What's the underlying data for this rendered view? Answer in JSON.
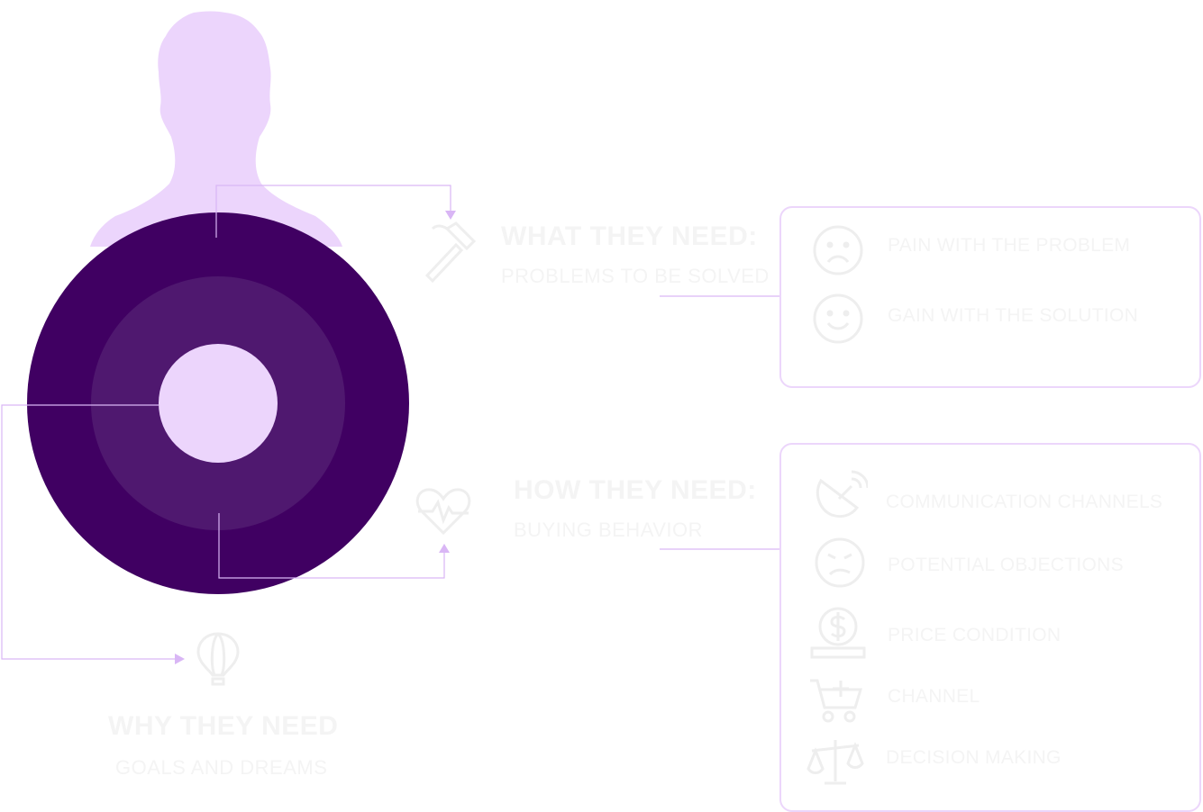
{
  "colors": {
    "silhouette": "#ecd5fc",
    "ring_outer": "#400062",
    "ring_middle": "#4f186f",
    "ring_center": "#ecd5fc",
    "connector": "#d9b6f5",
    "card_border": "#ecd6fb",
    "faint_text": "#f4f4f4",
    "faint_icon": "#eeeeee"
  },
  "what": {
    "title": "WHAT THEY NEED:",
    "subtitle": "PROBLEMS TO BE SOLVED",
    "icon": "hammer-icon",
    "items": [
      {
        "icon": "sad-face-icon",
        "label": "PAIN WITH THE PROBLEM"
      },
      {
        "icon": "smile-face-icon",
        "label": "GAIN WITH THE SOLUTION"
      }
    ]
  },
  "how": {
    "title": "HOW THEY NEED:",
    "subtitle": "BUYING BEHAVIOR",
    "icon": "heartbeat-icon",
    "items": [
      {
        "icon": "satellite-dish-icon",
        "label": "COMMUNICATION CHANNELS"
      },
      {
        "icon": "frown-face-icon",
        "label": "POTENTIAL OBJECTIONS"
      },
      {
        "icon": "dollar-coin-icon",
        "label": "PRICE CONDITION"
      },
      {
        "icon": "shopping-cart-icon",
        "label": "CHANNEL"
      },
      {
        "icon": "scales-icon",
        "label": "DECISION MAKING"
      }
    ]
  },
  "why": {
    "title": "WHY THEY NEED",
    "subtitle": "GOALS AND DREAMS",
    "icon": "hot-air-balloon-icon"
  }
}
